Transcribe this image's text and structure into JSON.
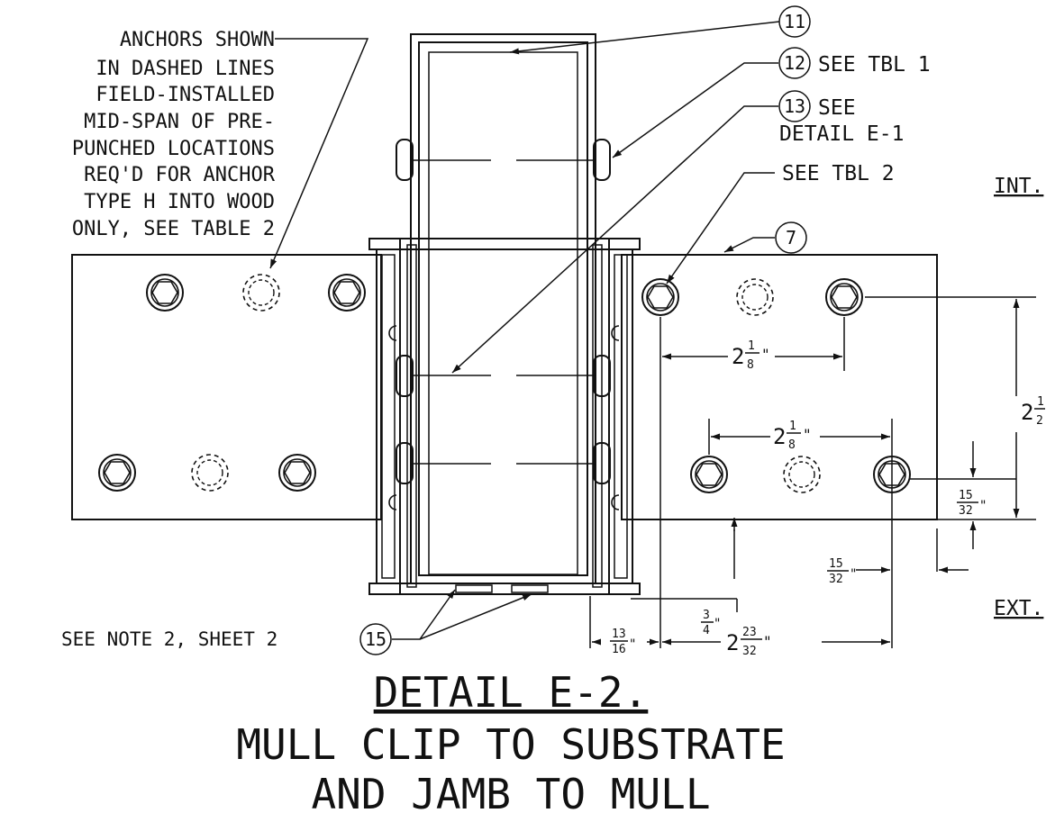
{
  "notes": {
    "anchors": [
      "ANCHORS SHOWN",
      "IN DASHED LINES",
      "FIELD-INSTALLED",
      "MID-SPAN OF PRE-",
      "PUNCHED LOCATIONS",
      "REQ'D FOR ANCHOR",
      "TYPE H INTO WOOD",
      "ONLY, SEE TABLE 2"
    ],
    "see_note": "SEE NOTE 2, SHEET 2"
  },
  "callouts": {
    "c11": {
      "num": "11",
      "text": ""
    },
    "c12": {
      "num": "12",
      "text": "SEE TBL 1"
    },
    "c13": {
      "num": "13",
      "text": "SEE",
      "text2": "DETAIL E-1"
    },
    "tbl2": {
      "text": "SEE TBL 2"
    },
    "c7": {
      "num": "7"
    },
    "c15": {
      "num": "15"
    }
  },
  "side_labels": {
    "int": "INT.",
    "ext": "EXT."
  },
  "dimensions": {
    "upper_spacing": {
      "whole": "2",
      "num": "1",
      "den": "8",
      "unit": "\""
    },
    "lower_spacing": {
      "whole": "2",
      "num": "1",
      "den": "8",
      "unit": "\""
    },
    "height": {
      "whole": "2",
      "num": "1",
      "den": "2",
      "unit": "\""
    },
    "edge_right": {
      "num": "15",
      "den": "32",
      "unit": "\""
    },
    "edge_bottom": {
      "num": "15",
      "den": "32",
      "unit": "\""
    },
    "three_quarter": {
      "num": "3",
      "den": "4",
      "unit": "\""
    },
    "thirteen_sixteenths": {
      "num": "13",
      "den": "16",
      "unit": "\""
    },
    "overall": {
      "whole": "2",
      "num": "23",
      "den": "32",
      "unit": "\""
    }
  },
  "title": {
    "line1": "DETAIL E-2.",
    "line2": "MULL CLIP TO SUBSTRATE",
    "line3": "AND JAMB TO MULL"
  }
}
